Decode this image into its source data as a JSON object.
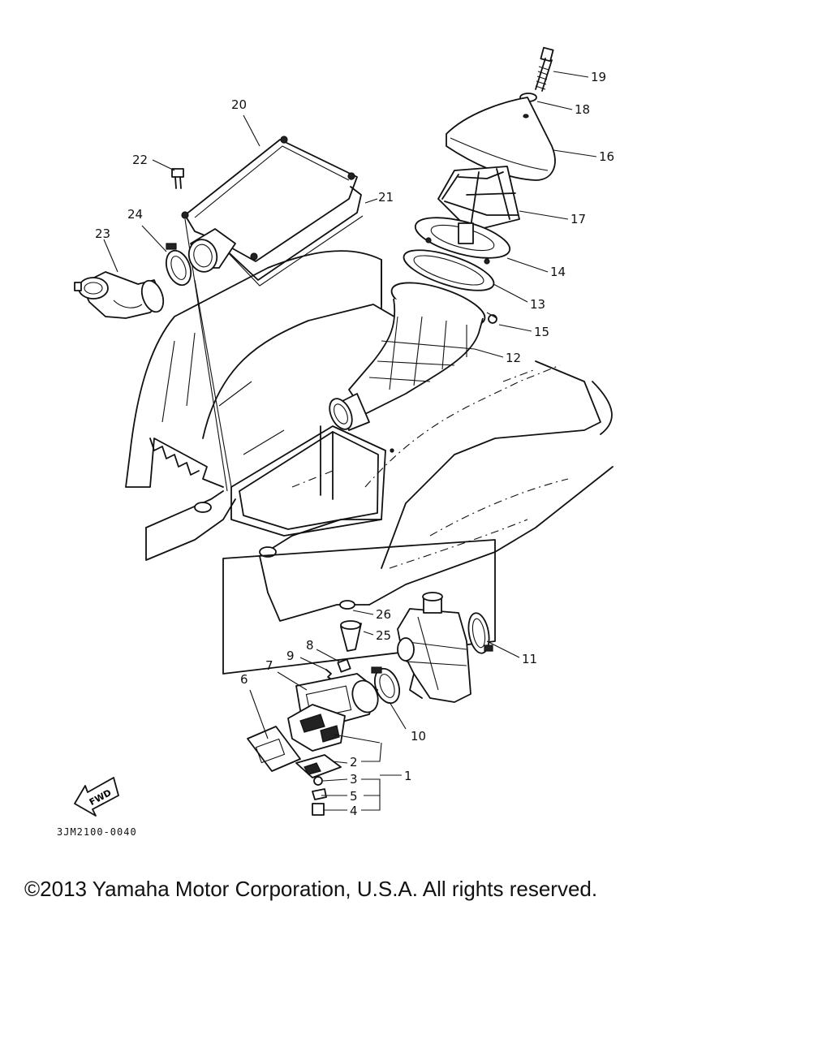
{
  "callouts": [
    "19",
    "18",
    "16",
    "17",
    "14",
    "13",
    "15",
    "12",
    "20",
    "22",
    "21",
    "24",
    "23",
    "26",
    "25",
    "8",
    "9",
    "7",
    "11",
    "10",
    "6",
    "2",
    "3",
    "1",
    "5",
    "4"
  ],
  "fwd_label": "FWD",
  "diagram_code": "3JM2100-0040",
  "copyright": "©2013 Yamaha Motor Corporation, U.S.A. All rights reserved."
}
